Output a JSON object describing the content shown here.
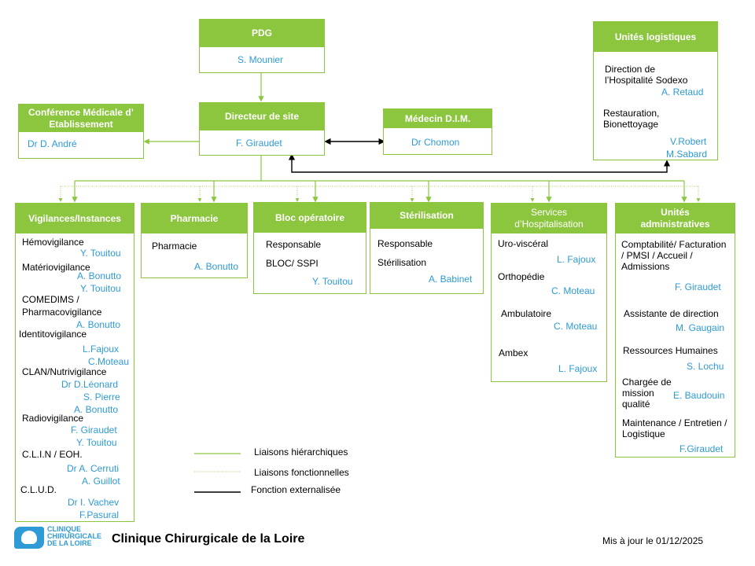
{
  "ceo": {
    "title": "PDG",
    "name": "S. Mounier"
  },
  "site_director": {
    "title": "Directeur de site",
    "name": "F. Giraudet"
  },
  "medical_conference": {
    "title": "Conférence Médicale d’ Etablissement",
    "name": "Dr D. André"
  },
  "dim": {
    "title": "Médecin D.I.M.",
    "name": "Dr Chomon"
  },
  "logistics": {
    "title": "Unités logistiques",
    "item1": "Direction de l’Hospitalité Sodexo",
    "item1_name": "A. Retaud",
    "item2": "Restauration, Bionettoyage",
    "item2_name1": "V.Robert",
    "item2_name2": "M.Sabard"
  },
  "vigilances": {
    "title": "Vigilances/Instances",
    "hemovigilance": "Hémovigilance",
    "hemovigilance_name": "Y. Touitou",
    "materiovigilance": "Matériovigilance",
    "materiovigilance_name1": "A. Bonutto",
    "materiovigilance_name2": "Y. Touitou",
    "comedims": "COMEDIMS /",
    "pharmacovigilance": "Pharmacovigilance",
    "comedims_name": "A. Bonutto",
    "identito": "Identitovigilance",
    "identito_name1": "L.Fajoux",
    "identito_name2": "C.Moteau",
    "clan": "CLAN/Nutrivigilance",
    "clan_name1": "Dr D.Léonard",
    "clan_name2": "S. Pierre",
    "clan_name3": "A. Bonutto",
    "radio": "Radiovigilance",
    "radio_name1": "F. Giraudet",
    "radio_name2": "Y. Touitou",
    "clin": "C.L.I.N / EOH.",
    "clin_name1": "Dr A. Cerruti",
    "clin_name2": "A. Guillot",
    "clud": "C.L.U.D.",
    "clud_name1": "Dr I. Vachev",
    "clud_name2": "F.Pasural"
  },
  "pharmacy": {
    "title": "Pharmacie",
    "label": "Pharmacie",
    "name": "A. Bonutto"
  },
  "or_block": {
    "title": "Bloc opératoire",
    "label1": "Responsable",
    "label2": "BLOC/ SSPI",
    "name": "Y. Touitou"
  },
  "sterilization": {
    "title": "Stérilisation",
    "label1": "Responsable",
    "label2": "Stérilisation",
    "name": "A. Babinet"
  },
  "hospital_services": {
    "title": "Services d’Hospitalisation",
    "s1": "Uro-viscéral",
    "s1_name": "L. Fajoux",
    "s2": "Orthopédie",
    "s2_name": "C. Moteau",
    "s3": "Ambulatoire",
    "s3_name": "C. Moteau",
    "s4": "Ambex",
    "s4_name": "L. Fajoux"
  },
  "admin_units": {
    "title": "Unités administratives",
    "a1": "Comptabilité/ Facturation / PMSI / Accueil / Admissions",
    "a1_name": "F. Giraudet",
    "a2": "Assistante de direction",
    "a2_name": "M. Gaugain",
    "a3": "Ressources Humaines",
    "a3_name": "S. Lochu",
    "a4": "Chargée de mission qualité",
    "a4_name": "E. Baudouin",
    "a5": "Maintenance / Entretien / Logistique",
    "a5_name": "F.Giraudet"
  },
  "legend": {
    "hierarchical": "Liaisons hiérarchiques",
    "functional": "Liaisons fonctionnelles",
    "external": "Fonction externalisée"
  },
  "footer": {
    "logo_text": "CLINIQUE CHIRURGICALE DE LA LOIRE",
    "title": "Clinique Chirurgicale de la Loire",
    "updated": "Mis à jour le 01/12/2025"
  },
  "colors": {
    "accent": "#8cc63f",
    "name_blue": "#2e9bd6",
    "external_line": "#000000"
  }
}
